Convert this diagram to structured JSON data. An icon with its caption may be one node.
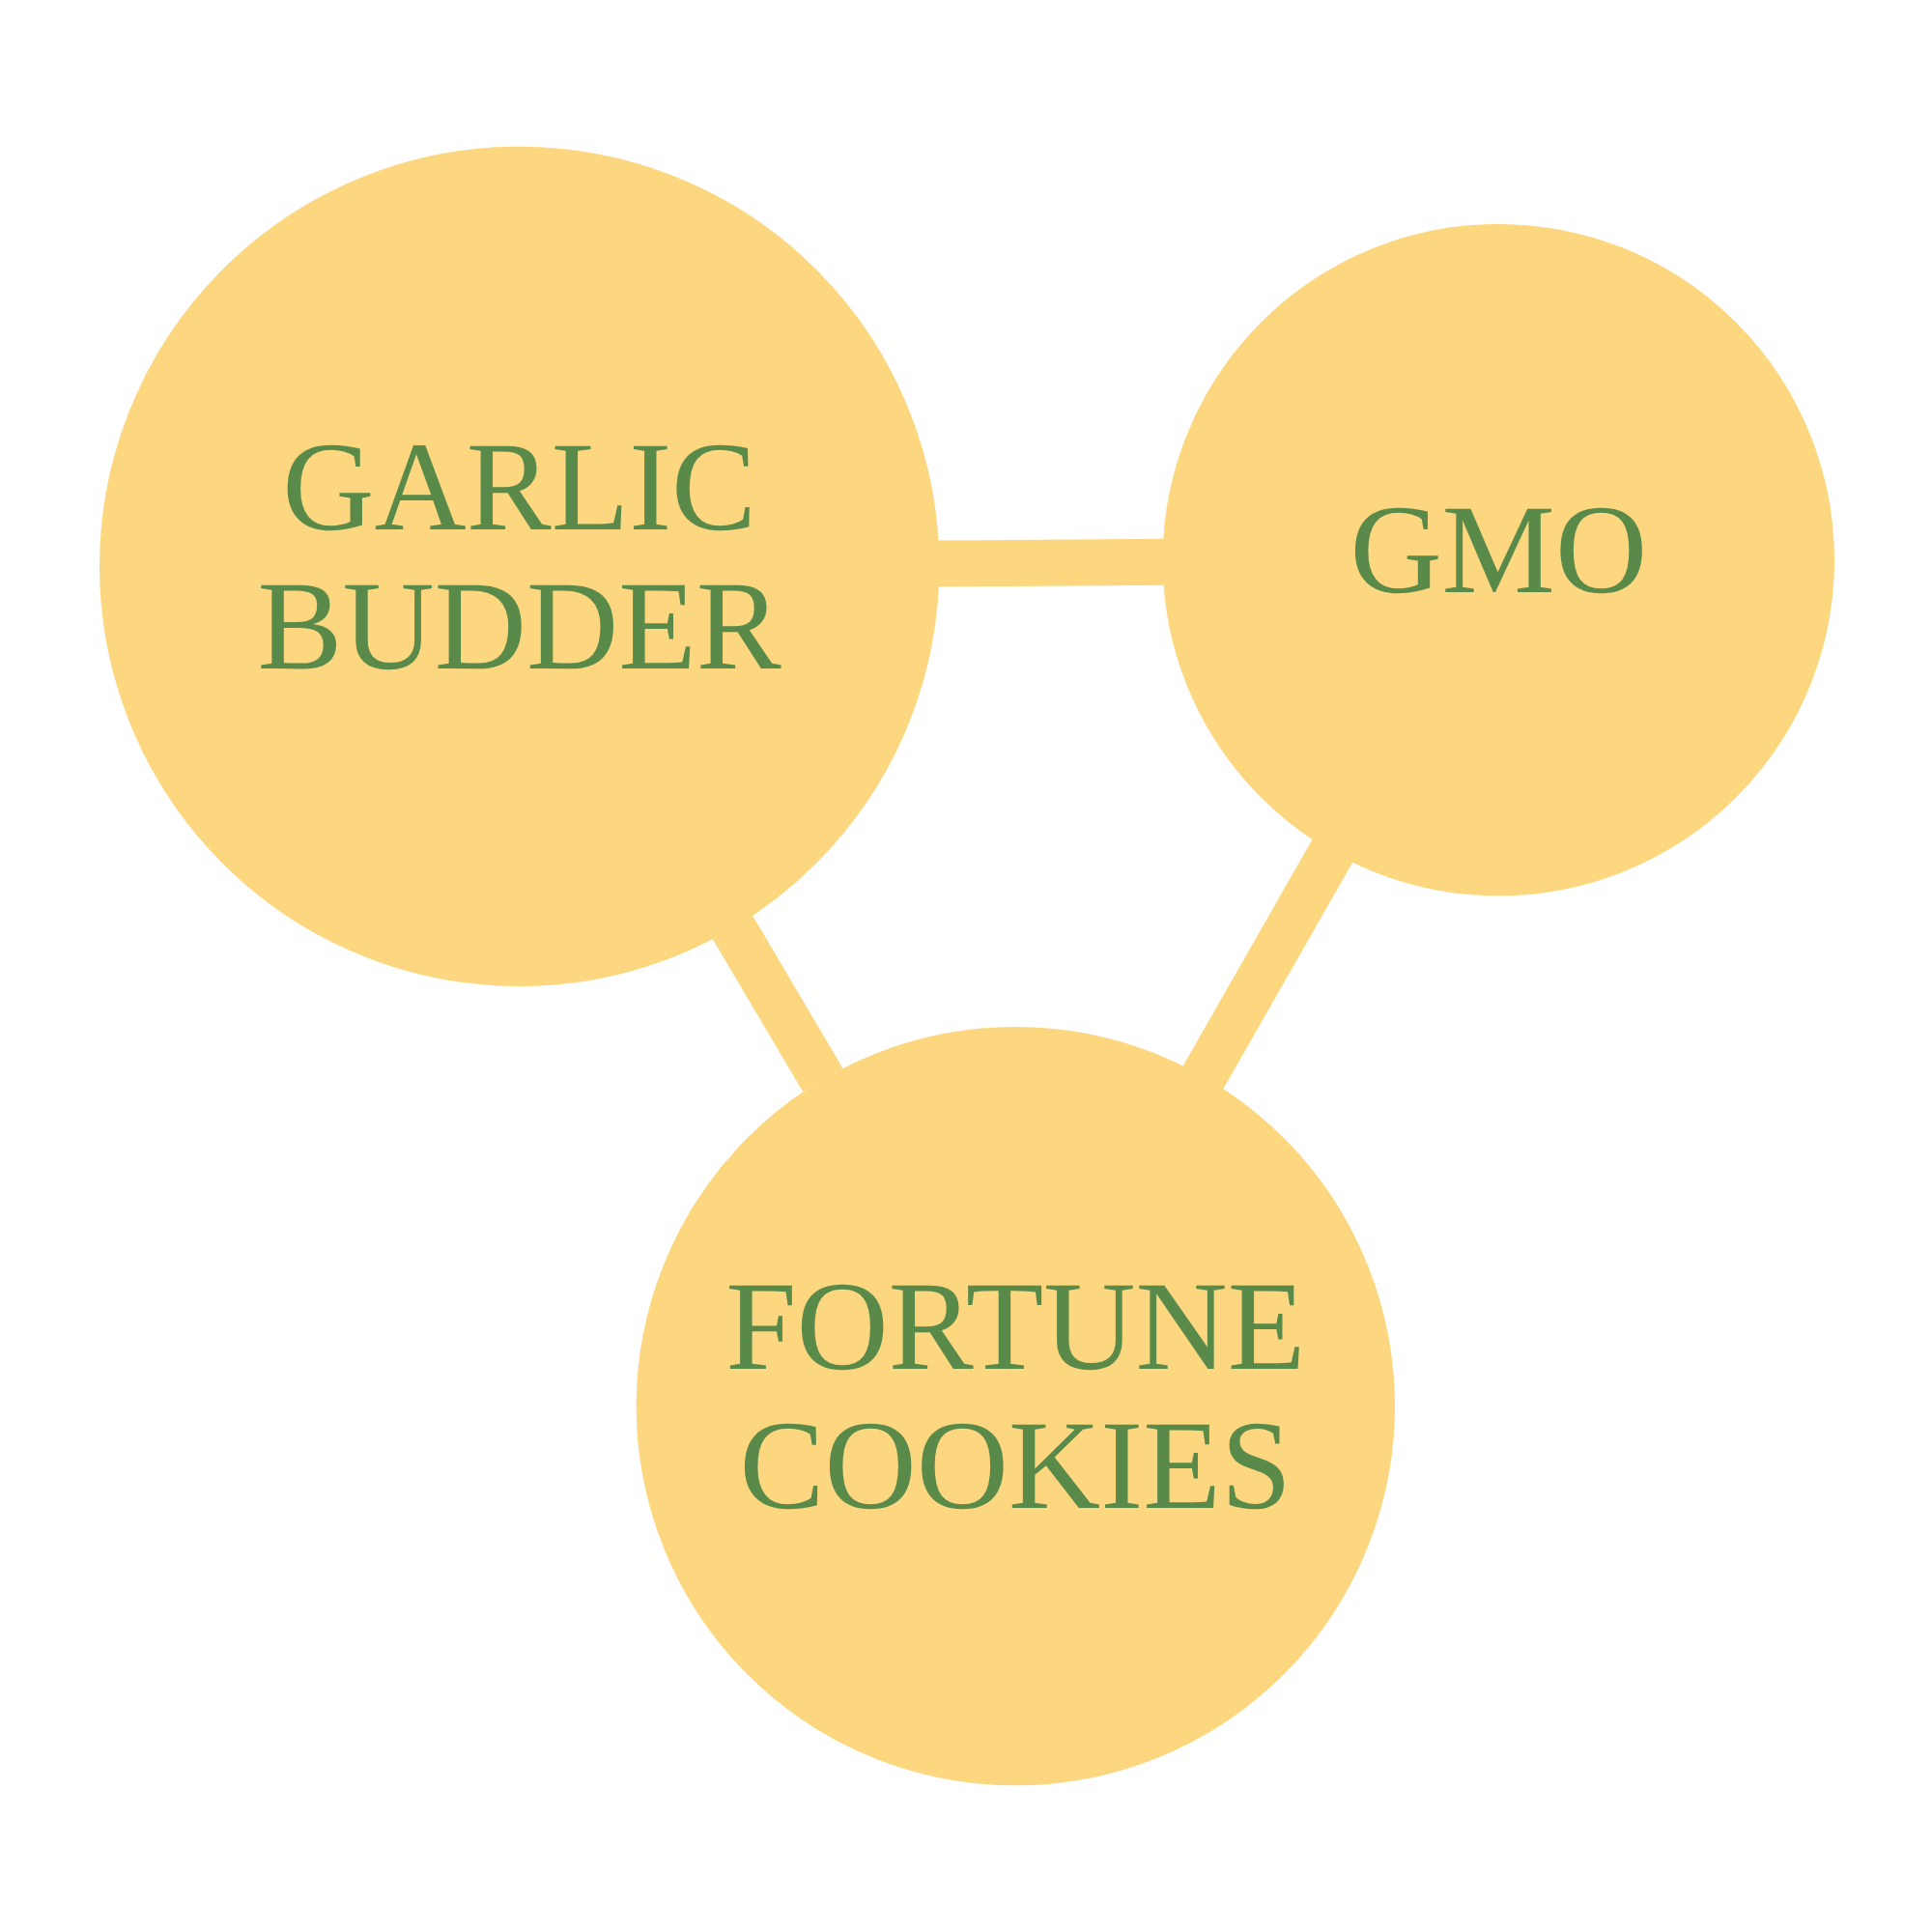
{
  "diagram": {
    "nodes": [
      {
        "text": [
          "GARLIC BUDDER"
        ]
      },
      {
        "text": [
          "GMO"
        ]
      },
      {
        "text": [
          "FORTUNE COOKIES"
        ]
      }
    ],
    "edges": [
      {
        "from": 0,
        "to": 1,
        "arrow": "none"
      },
      {
        "from": 0,
        "to": 2,
        "arrow": "none"
      },
      {
        "from": 2,
        "to": 1,
        "arrow": "none"
      }
    ]
  }
}
